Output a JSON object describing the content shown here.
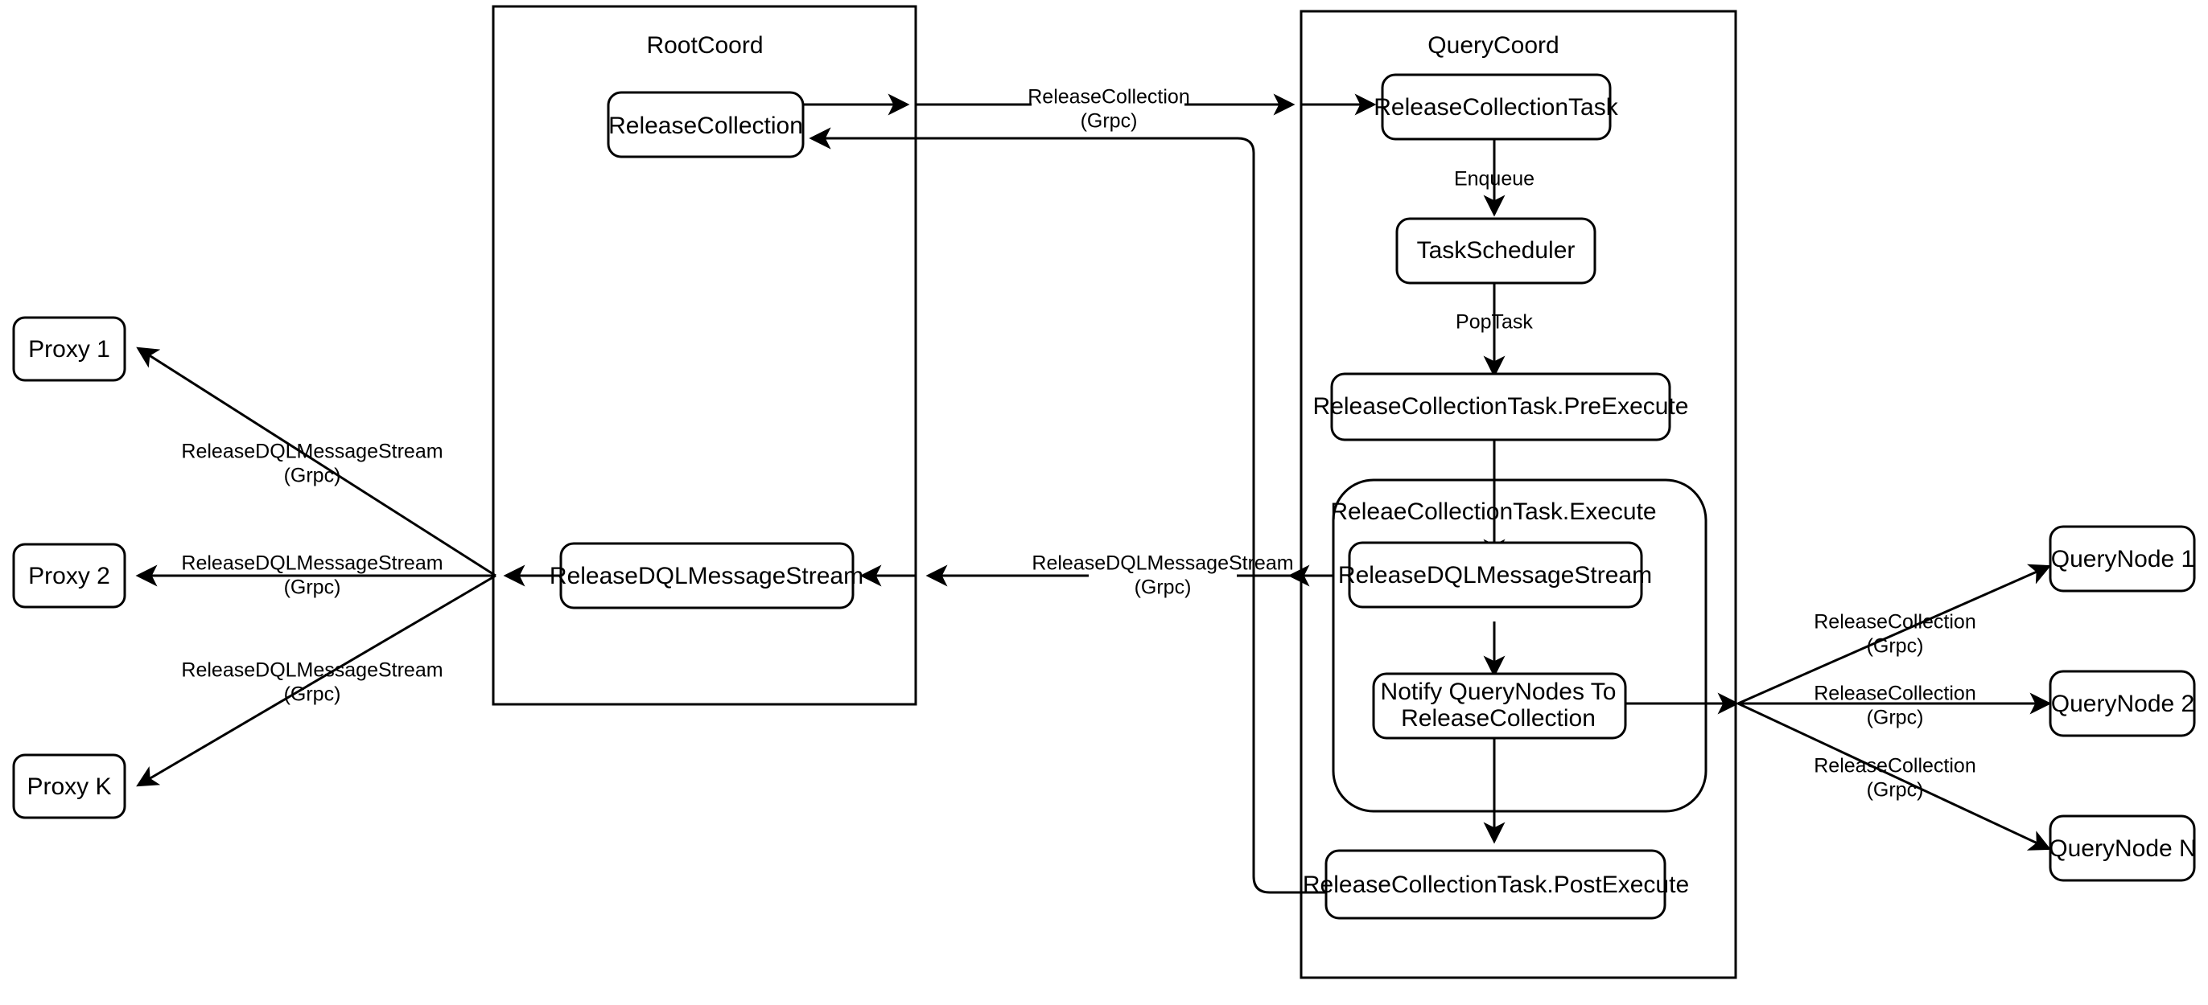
{
  "diagram": {
    "title": "Milvus ReleaseCollection flow",
    "stroke_color": "#000000",
    "fill_color": "#ffffff",
    "background": "#ffffff"
  },
  "containers": {
    "root_coord": {
      "label": "RootCoord"
    },
    "query_coord": {
      "label": "QueryCoord"
    },
    "execute_group": {
      "label": "ReleaeCollectionTask.Execute"
    }
  },
  "nodes": {
    "proxy_1": {
      "label": "Proxy 1"
    },
    "proxy_2": {
      "label": "Proxy 2"
    },
    "proxy_k": {
      "label": "Proxy K"
    },
    "rootcoord_release_collection": {
      "label": "ReleaseCollection"
    },
    "rootcoord_release_dql": {
      "label": "ReleaseDQLMessageStream"
    },
    "release_collection_task": {
      "label": "ReleaseCollectionTask"
    },
    "task_scheduler": {
      "label": "TaskScheduler"
    },
    "pre_execute": {
      "label": "ReleaseCollectionTask.PreExecute"
    },
    "execute_release_dql": {
      "label": "ReleaseDQLMessageStream"
    },
    "notify_querynodes": {
      "label_line1": "Notify QueryNodes To",
      "label_line2": "ReleaseCollection"
    },
    "post_execute": {
      "label": "ReleaseCollectionTask.PostExecute"
    },
    "querynode_1": {
      "label": "QueryNode 1"
    },
    "querynode_2": {
      "label": "QueryNode 2"
    },
    "querynode_n": {
      "label": "QueryNode N"
    }
  },
  "edge_labels": {
    "release_collection_grpc_line1": "ReleaseCollection",
    "release_collection_grpc_line2": "(Grpc)",
    "enqueue": "Enqueue",
    "pop_task": "PopTask",
    "release_dql_grpc_line1": "ReleaseDQLMessageStream",
    "release_dql_grpc_line2": "(Grpc)",
    "proxy1_dql_line1": "ReleaseDQLMessageStream",
    "proxy1_dql_line2": "(Grpc)",
    "proxy2_dql_line1": "ReleaseDQLMessageStream",
    "proxy2_dql_line2": "(Grpc)",
    "proxyk_dql_line1": "ReleaseDQLMessageStream",
    "proxyk_dql_line2": "(Grpc)",
    "qc_to_rc_dql_line1": "ReleaseDQLMessageStream",
    "qc_to_rc_dql_line2": "(Grpc)",
    "qn1_release_line1": "ReleaseCollection",
    "qn1_release_line2": "(Grpc)",
    "qn2_release_line1": "ReleaseCollection",
    "qn2_release_line2": "(Grpc)",
    "qnn_release_line1": "ReleaseCollection",
    "qnn_release_line2": "(Grpc)"
  }
}
